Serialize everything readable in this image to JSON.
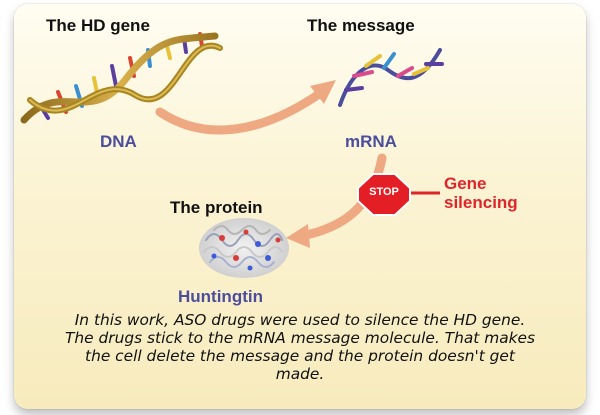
{
  "dna_section": {
    "title": "The HD gene",
    "label": "DNA"
  },
  "mrna_section": {
    "title": "The message",
    "label": "mRNA"
  },
  "protein_section": {
    "title": "The protein",
    "label": "Huntingtin"
  },
  "stop_sign": {
    "text": "STOP"
  },
  "gene_silencing": {
    "line1": "Gene",
    "line2": "silencing"
  },
  "caption": {
    "text": "In this work, ASO drugs were used to silence the HD gene. The drugs stick to the mRNA message molecule. That makes the cell delete the message and the protein doesn't get made."
  },
  "colors": {
    "background": "#fbf3d3",
    "arrow": "#eea882",
    "label_blue": "#4b4e9c",
    "accent_red": "#e0252a",
    "stop_red": "#e31e24"
  },
  "icons": {
    "dna": "dna-helix-icon",
    "mrna": "mrna-strand-icon",
    "protein": "protein-molecule-icon",
    "stop": "stop-sign-icon"
  }
}
